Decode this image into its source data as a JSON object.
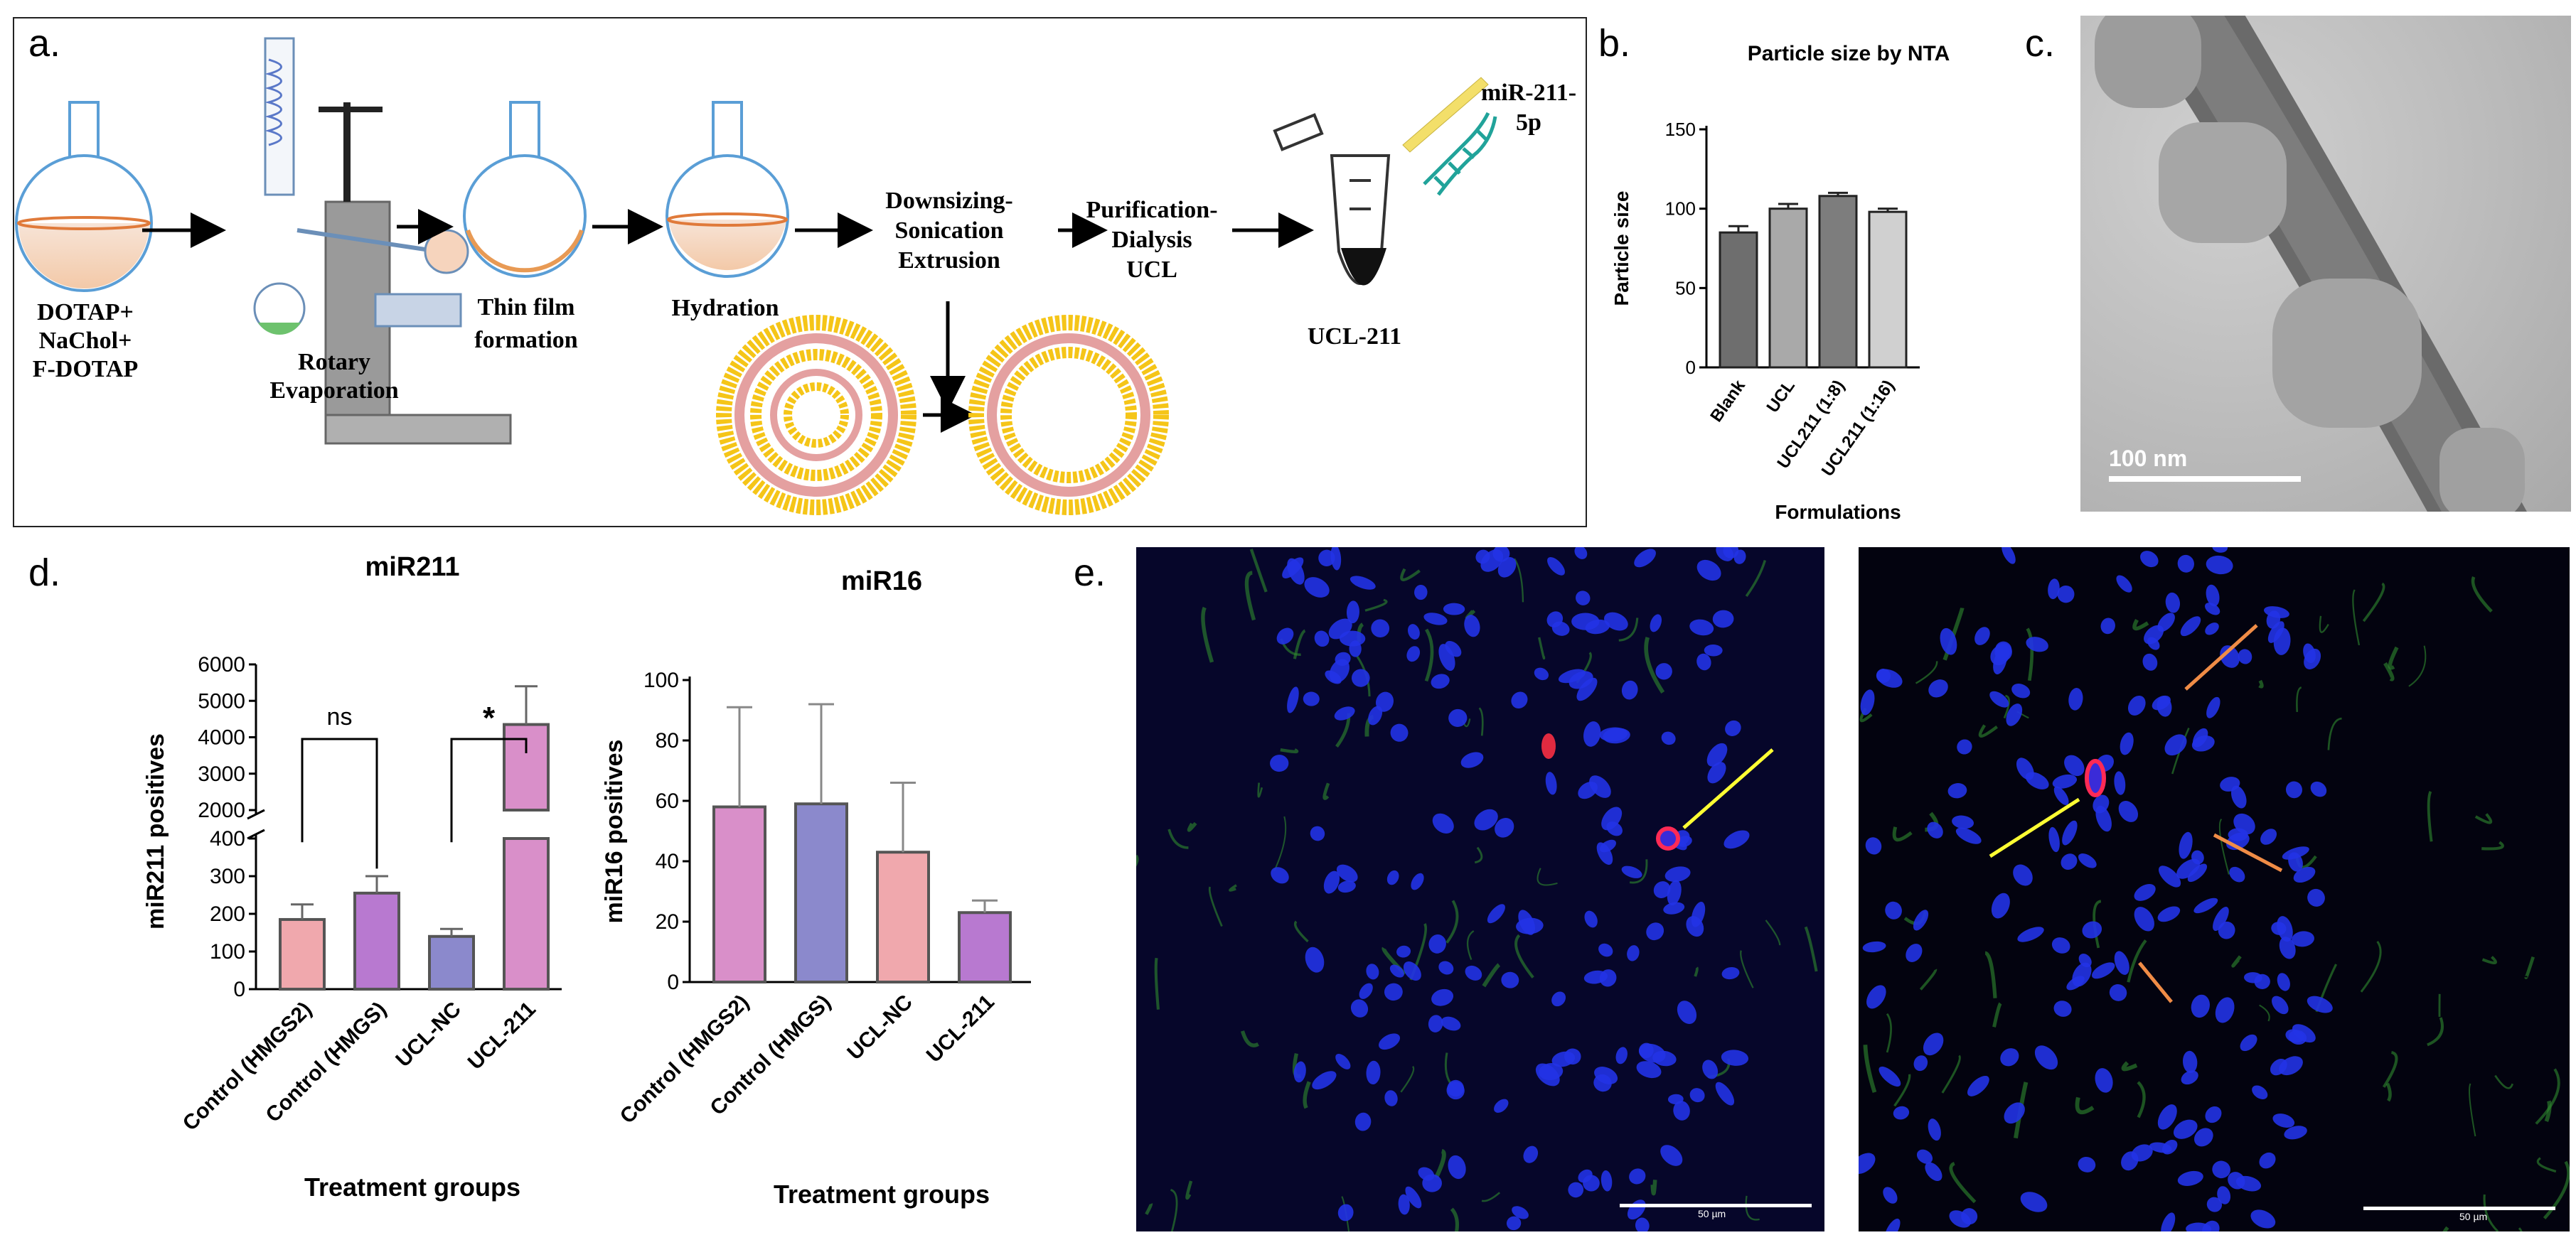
{
  "panel_a": {
    "letter": "a.",
    "labels": {
      "lipids": "DOTAP+\nNaChol+\nF-DOTAP",
      "rotary": "Rotary\nEvaporation",
      "thinfilm": "Thin film\nformation",
      "hydration": "Hydration",
      "downsizing": "Downsizing-\nSonication\nExtrusion",
      "purification": "Purification-\nDialysis\nUCL",
      "mirna": "miR-211-\n5p",
      "product": "UCL-211"
    }
  },
  "panel_b": {
    "letter": "b.",
    "chart_data": {
      "type": "bar",
      "title": "Particle size by NTA",
      "xlabel": "Formulations",
      "ylabel": "Particle size",
      "categories": [
        "Blank",
        "UCL",
        "UCL211 (1:8)",
        "UCL211 (1:16)"
      ],
      "values": [
        85,
        100,
        108,
        98
      ],
      "errors": [
        4,
        3,
        2,
        2
      ],
      "colors": [
        "#6e6e6e",
        "#a9a9a9",
        "#7d7d7d",
        "#d0d0d0"
      ],
      "ylim": [
        0,
        150
      ],
      "yticks": [
        0,
        50,
        100,
        150
      ]
    }
  },
  "panel_c": {
    "letter": "c.",
    "scale_label": "100 nm"
  },
  "panel_d": {
    "letter": "d.",
    "chart_data": [
      {
        "type": "bar",
        "title": "miR211",
        "xlabel": "Treatment groups",
        "ylabel": "miR211 positives",
        "categories": [
          "Control (HMGS2)",
          "Control (HMGS)",
          "UCL-NC",
          "UCL-211"
        ],
        "values": [
          185,
          255,
          140,
          4350
        ],
        "errors": [
          40,
          45,
          20,
          1050
        ],
        "colors": [
          "#f0a8ad",
          "#b879d0",
          "#8b89cc",
          "#d98fc9"
        ],
        "axis_break": true,
        "lower_ylim": [
          0,
          400
        ],
        "lower_yticks": [
          0,
          100,
          200,
          300,
          400
        ],
        "upper_ylim": [
          2000,
          6000
        ],
        "upper_yticks": [
          2000,
          3000,
          4000,
          5000,
          6000
        ],
        "annotations": [
          "ns",
          "*"
        ]
      },
      {
        "type": "bar",
        "title": "miR16",
        "xlabel": "Treatment groups",
        "ylabel": "miR16 positives",
        "categories": [
          "Control (HMGS2)",
          "Control (HMGS)",
          "UCL-NC",
          "UCL-211"
        ],
        "values": [
          58,
          59,
          43,
          23
        ],
        "errors": [
          33,
          33,
          23,
          4
        ],
        "colors": [
          "#d98fc9",
          "#8b89cc",
          "#f0a8ad",
          "#b879d0"
        ],
        "ylim": [
          0,
          100
        ],
        "yticks": [
          0,
          20,
          40,
          60,
          80,
          100
        ]
      }
    ]
  },
  "panel_e": {
    "letter": "e.",
    "scale_label": "50 µm"
  }
}
